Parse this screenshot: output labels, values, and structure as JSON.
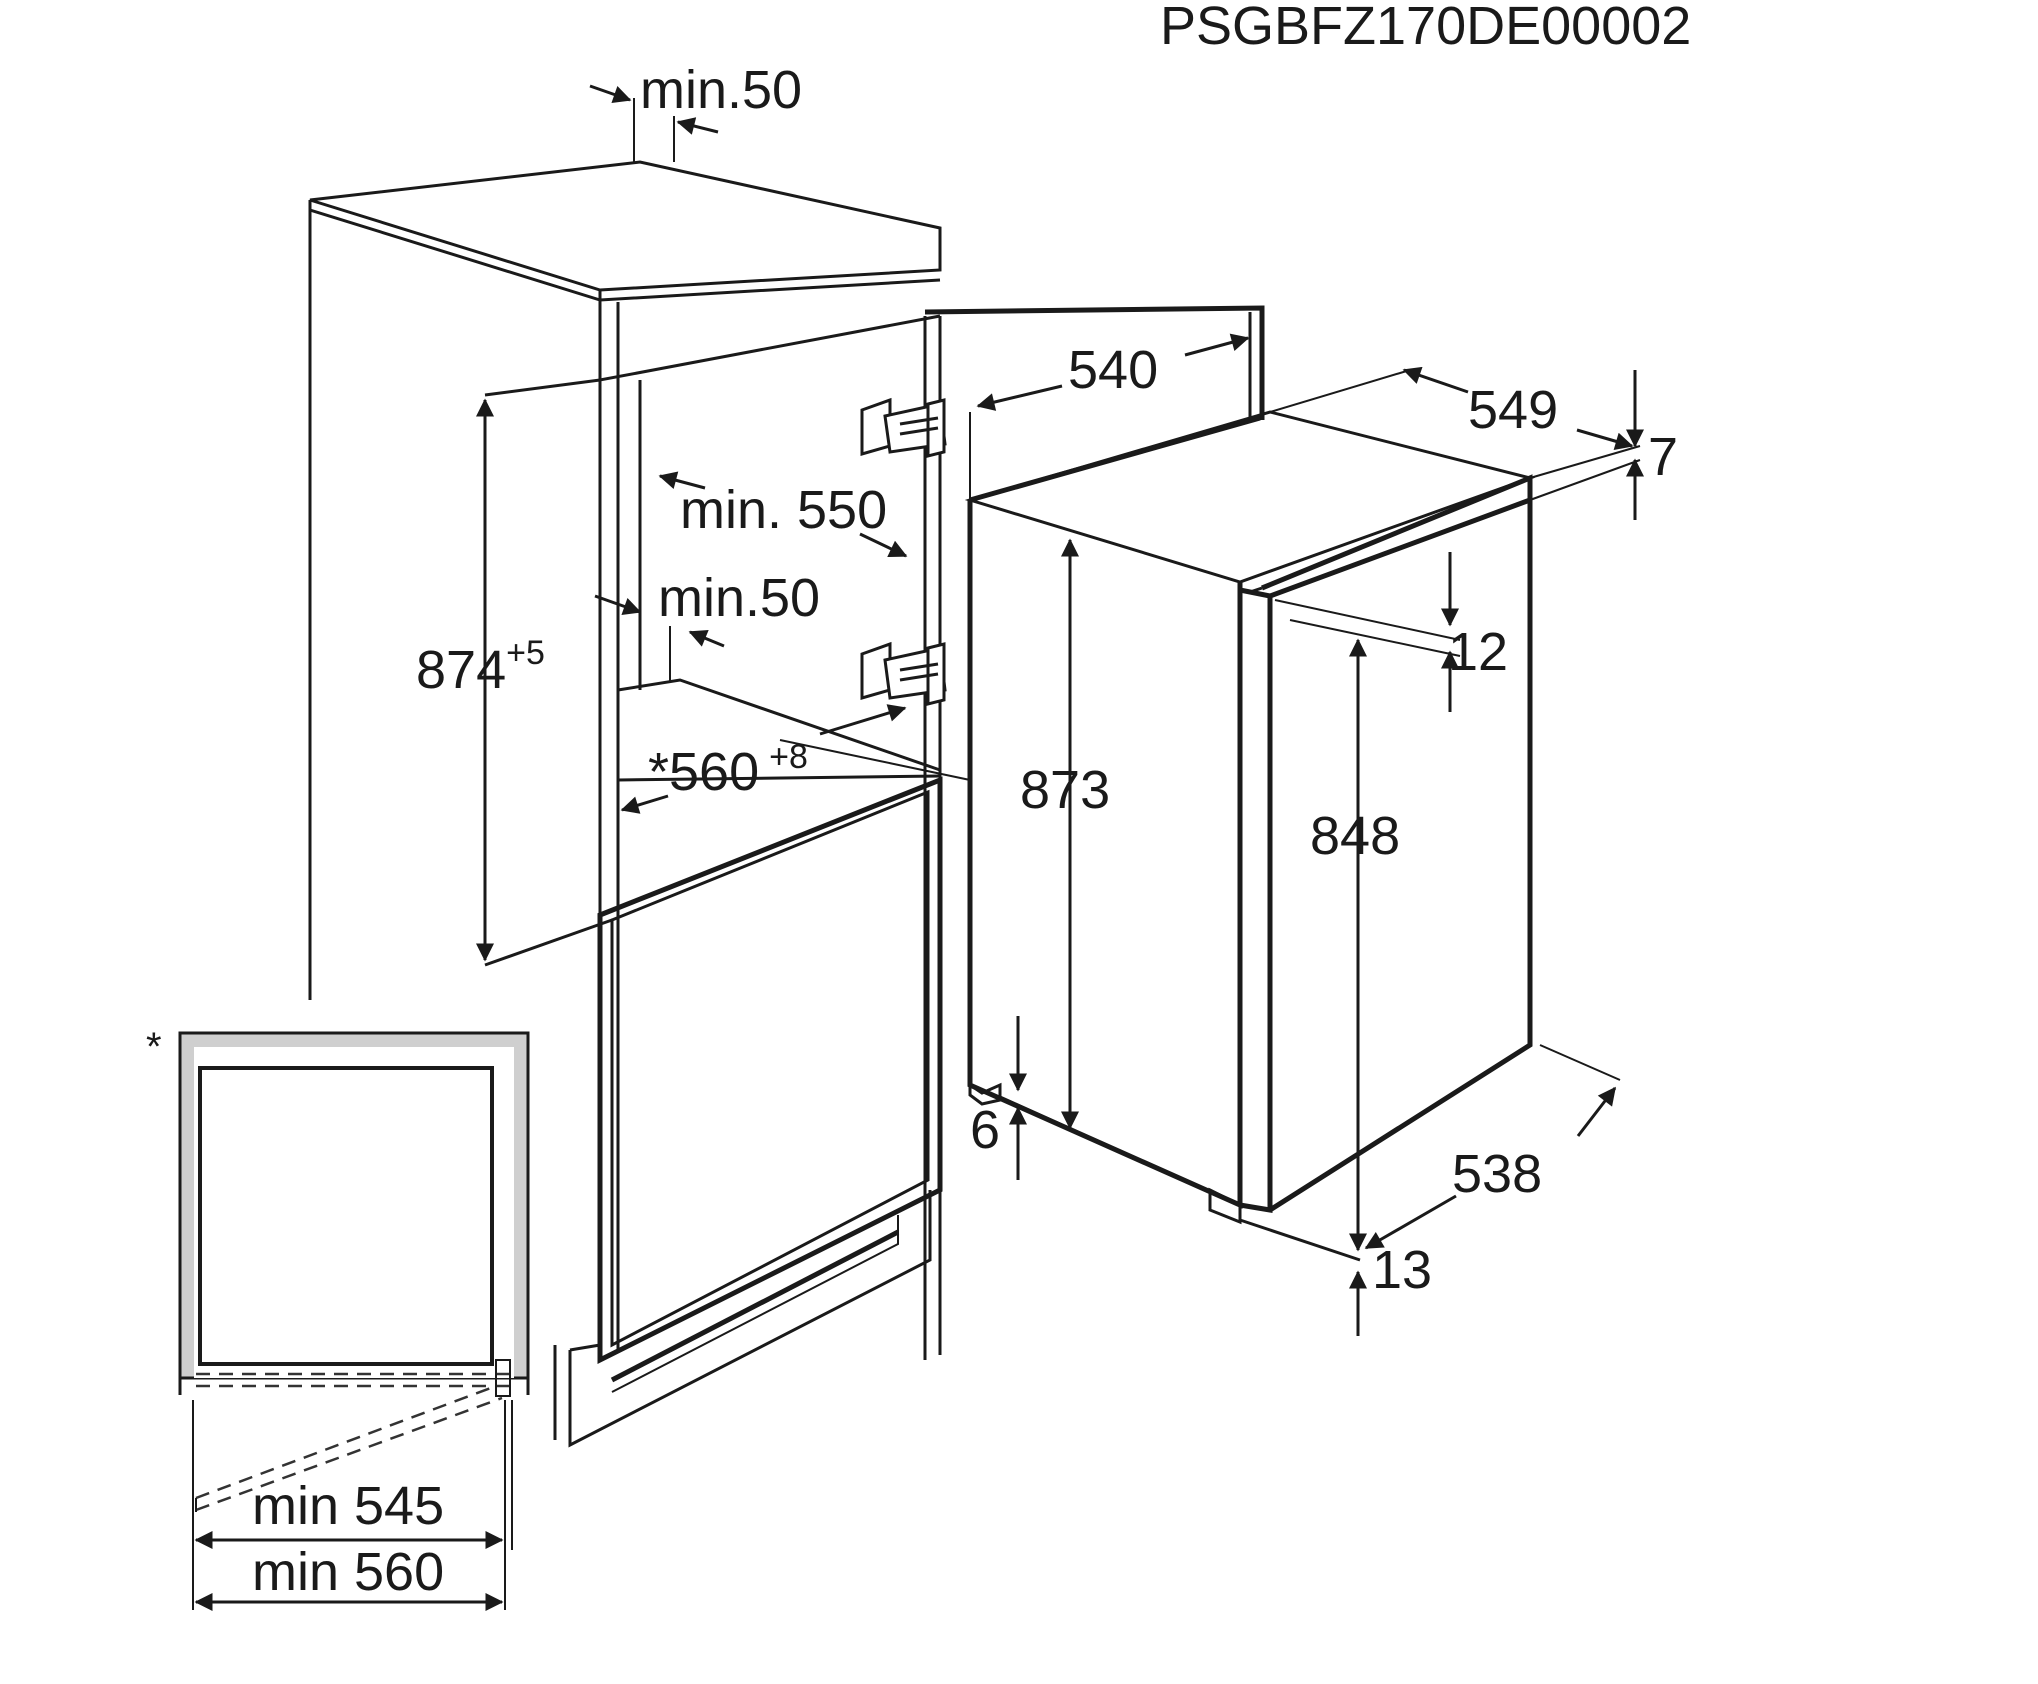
{
  "document_code": "PSGBFZ170DE00002",
  "niche": {
    "top_gap": "min.50",
    "depth": "min. 550",
    "rear_gap": "min.50",
    "height": "874",
    "height_tolerance": "+5",
    "width": "*560",
    "width_tolerance": "+8"
  },
  "appliance": {
    "depth": "540",
    "total_depth": "549",
    "top_offset": "7",
    "height": "873",
    "door_top_offset": "12",
    "door_height": "848",
    "bottom_offset": "6",
    "width": "538",
    "door_bottom_offset": "13"
  },
  "plan_view": {
    "footnote_marker": "*",
    "door_clearance": "min 545",
    "niche_width": "min 560"
  }
}
